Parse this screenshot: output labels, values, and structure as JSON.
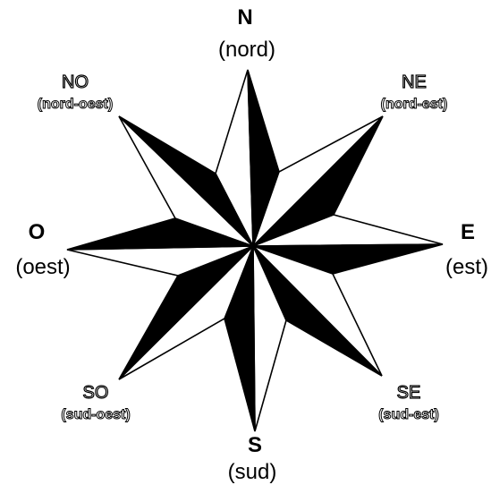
{
  "compass": {
    "north": {
      "abbr": "N",
      "name": "(nord)"
    },
    "south": {
      "abbr": "S",
      "name": "(sud)"
    },
    "east": {
      "abbr": "E",
      "name": "(est)"
    },
    "west": {
      "abbr": "O",
      "name": "(oest)"
    },
    "northeast": {
      "abbr": "NE",
      "name": "(nord-est)"
    },
    "northwest": {
      "abbr": "NO",
      "name": "(nord-oest)"
    },
    "southeast": {
      "abbr": "SE",
      "name": "(sud-est)"
    },
    "southwest": {
      "abbr": "SO",
      "name": "(sud-oest)"
    }
  },
  "colors": {
    "dark": "#000000",
    "light": "#ffffff"
  }
}
